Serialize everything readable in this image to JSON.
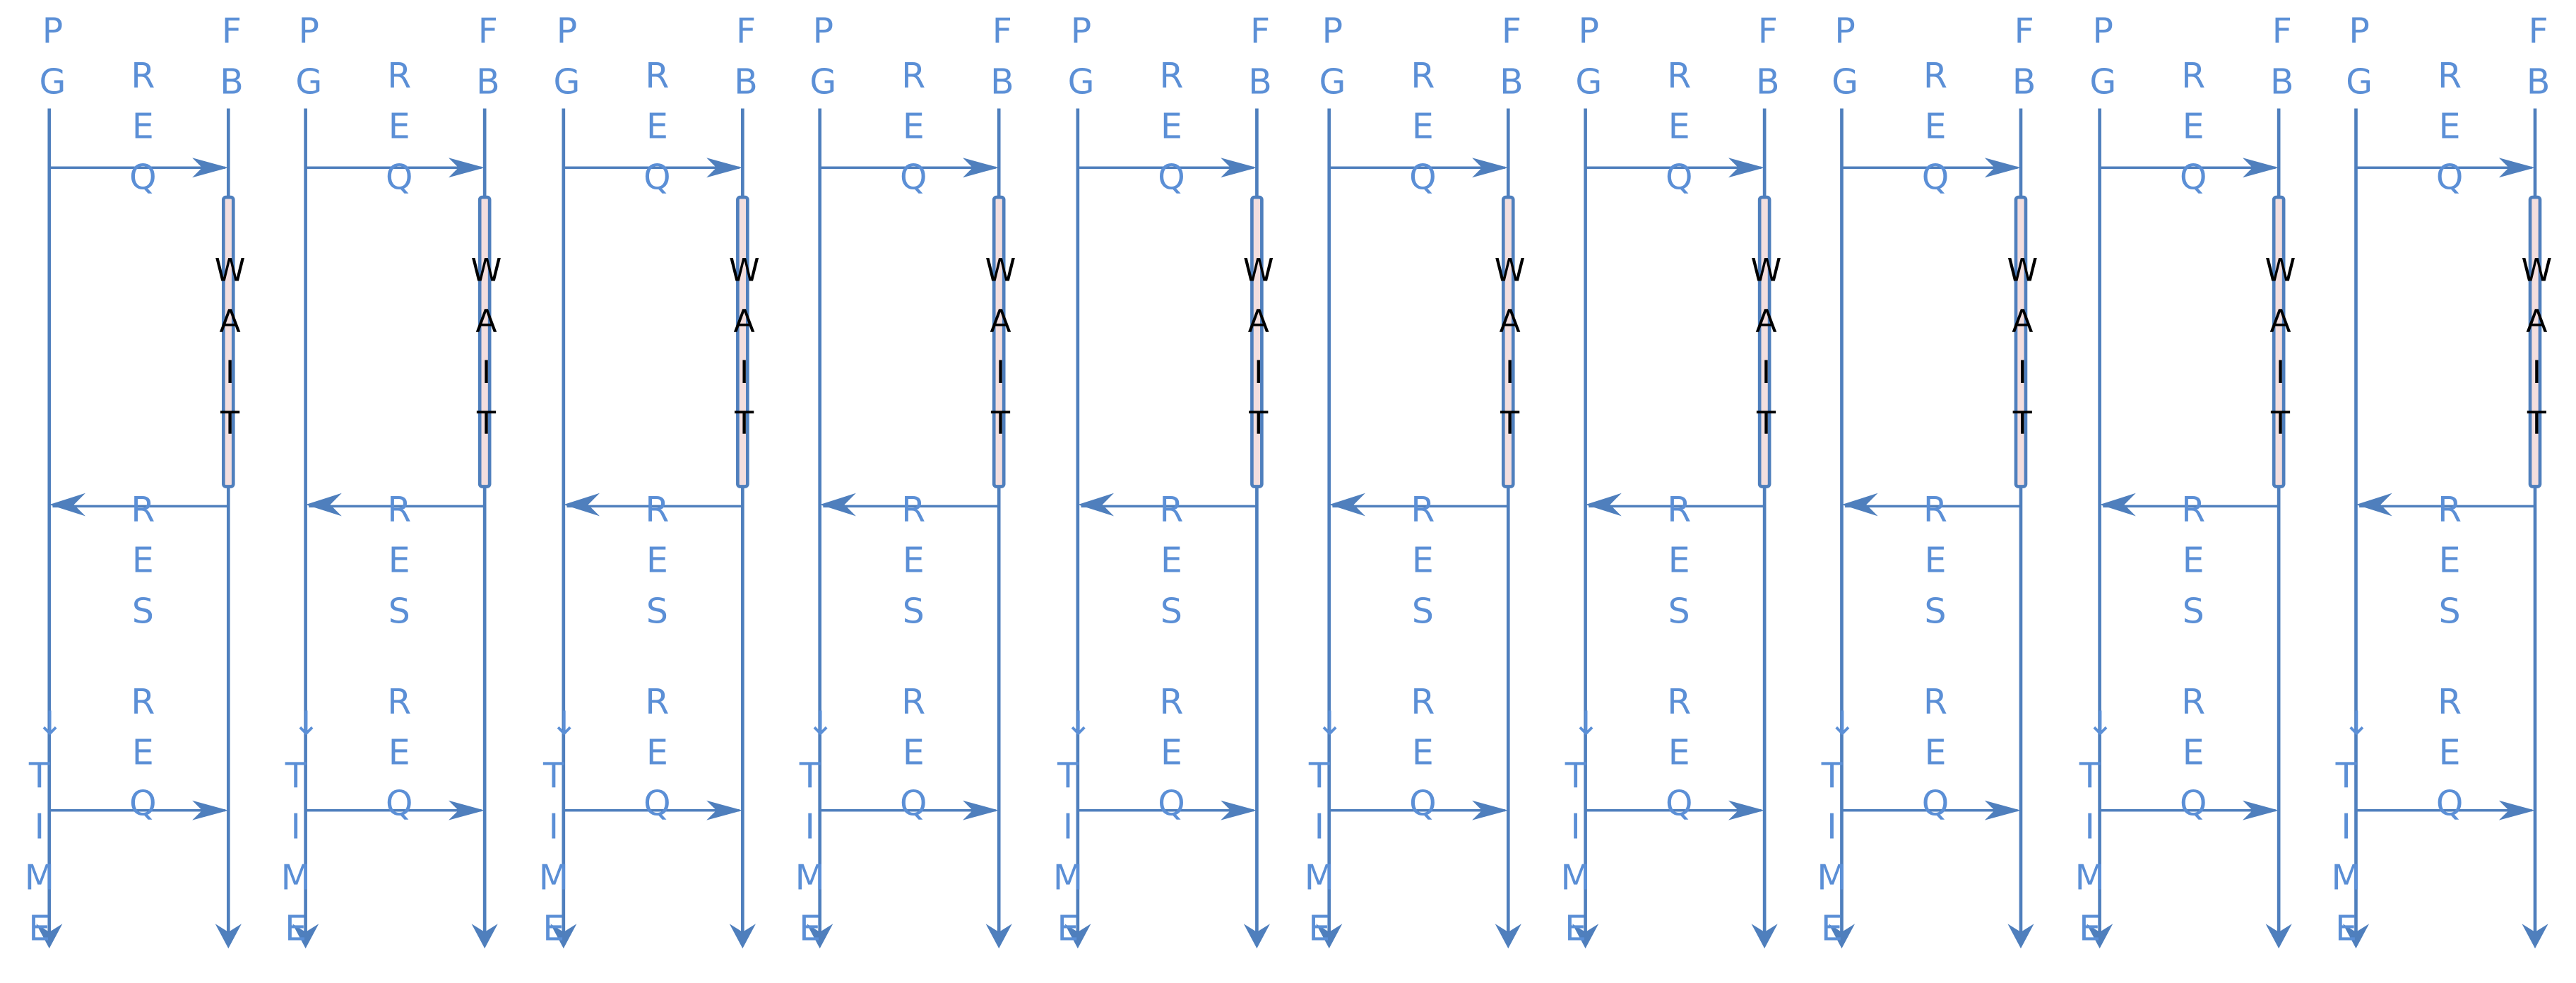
{
  "diagram": {
    "panel_count": 10,
    "labels": {
      "client": "PG",
      "server": "FB",
      "request": "REQ",
      "wait": "WAIT",
      "response": "RES",
      "request_again": "REQ",
      "time_arrow": "↓",
      "time": "TIME"
    },
    "colors": {
      "line": "#4f7fbd",
      "text": "#5b8fd6",
      "wait_text": "#000000",
      "activation_fill": "#f3dede"
    }
  }
}
